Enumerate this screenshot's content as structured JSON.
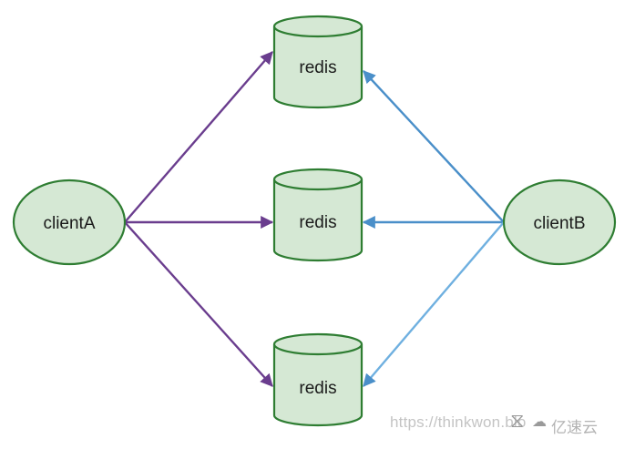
{
  "diagram": {
    "clients": [
      {
        "label": "clientA"
      },
      {
        "label": "clientB"
      }
    ],
    "servers": [
      {
        "label": "redis"
      },
      {
        "label": "redis"
      },
      {
        "label": "redis"
      }
    ]
  },
  "colors": {
    "node_fill": "#d5e8d4",
    "node_stroke": "#2e7d32",
    "clientA_arrows": "#6a3d8e",
    "clientB_arrows": "#4a8fc9",
    "watermark": "#c4c4c4"
  },
  "watermark": {
    "url": "https://thinkwon.blo",
    "brand": "亿速云"
  }
}
